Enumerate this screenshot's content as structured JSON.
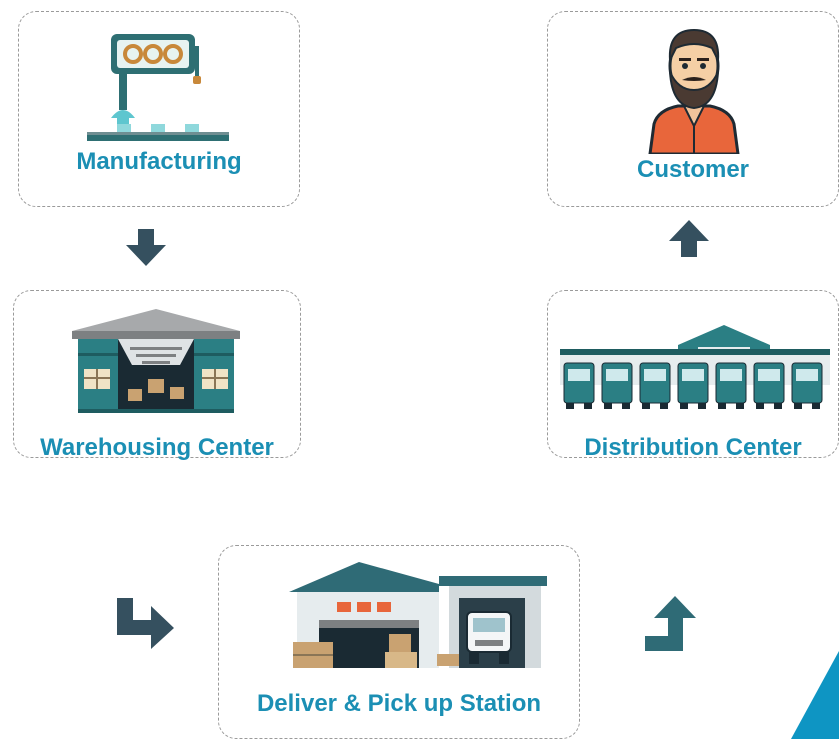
{
  "nodes": {
    "manufacturing": {
      "label": "Manufacturing",
      "icon": "manufacturing-machine-icon"
    },
    "customer": {
      "label": "Customer",
      "icon": "customer-avatar-icon"
    },
    "warehousing": {
      "label": "Warehousing Center",
      "icon": "warehouse-building-icon"
    },
    "distribution": {
      "label": "Distribution Center",
      "icon": "distribution-trucks-icon"
    },
    "delivery": {
      "label": "Deliver & Pick up Station",
      "icon": "delivery-station-icon"
    }
  },
  "colors": {
    "label": "#1b8fb4",
    "arrow_dark": "#35505f",
    "arrow_teal": "#2f6b76",
    "corner_accent": "#0e95c3",
    "border": "#9a9a9a"
  }
}
